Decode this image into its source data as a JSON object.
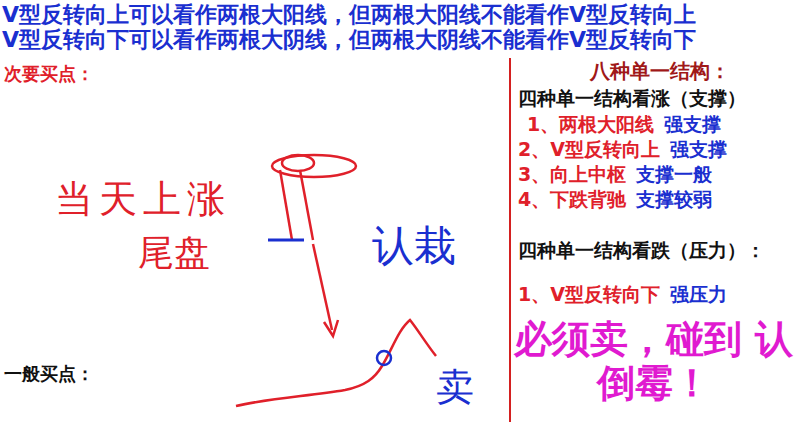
{
  "diagram": {
    "labels": [
      "V型反转向上可以看作两根大阳线，但两根大阳线不能看作V型反转向上",
      "V型反转向下可以看作两根大阴线，但两根大阴线不能看作V型反转向下",
      "次要买点：",
      "八种单一结构：",
      "四种单一结构看涨（支撑）",
      "1、两根大阳线",
      "强支撑",
      "2、V型反转向上",
      "强支撑",
      "3、向上中枢",
      "支撑一般",
      "4、下跌背驰",
      "支撑较弱",
      "四种单一结构看跌（压力）：",
      "1、V型反转向下",
      "强压力",
      "必须卖，碰到 认倒霉！",
      "一般买点：",
      "当天上涨",
      "尾盘",
      "认栽",
      "卖"
    ]
  }
}
